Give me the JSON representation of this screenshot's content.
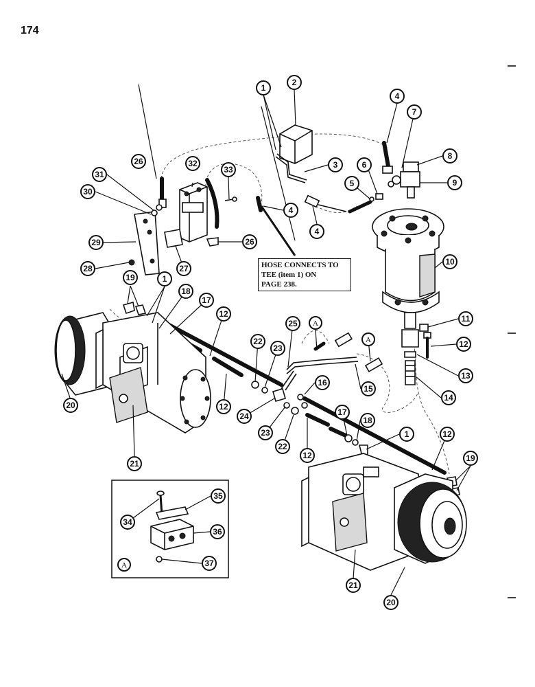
{
  "page_number": "174",
  "note": {
    "line1": "HOSE CONNECTS TO",
    "line2": "TEE (item 1) ON",
    "line3": "PAGE 238."
  },
  "detail_label": "A",
  "ref_labels": [
    "A",
    "A"
  ],
  "callouts": [
    "1",
    "2",
    "3",
    "4",
    "4",
    "4",
    "5",
    "6",
    "7",
    "8",
    "9",
    "10",
    "11",
    "12",
    "12",
    "12",
    "12",
    "12",
    "13",
    "14",
    "15",
    "16",
    "17",
    "17",
    "18",
    "18",
    "19",
    "19",
    "20",
    "20",
    "21",
    "21",
    "22",
    "22",
    "23",
    "23",
    "24",
    "25",
    "26",
    "26",
    "27",
    "28",
    "29",
    "30",
    "31",
    "32",
    "33",
    "1",
    "1",
    "34",
    "35",
    "36",
    "37"
  ]
}
